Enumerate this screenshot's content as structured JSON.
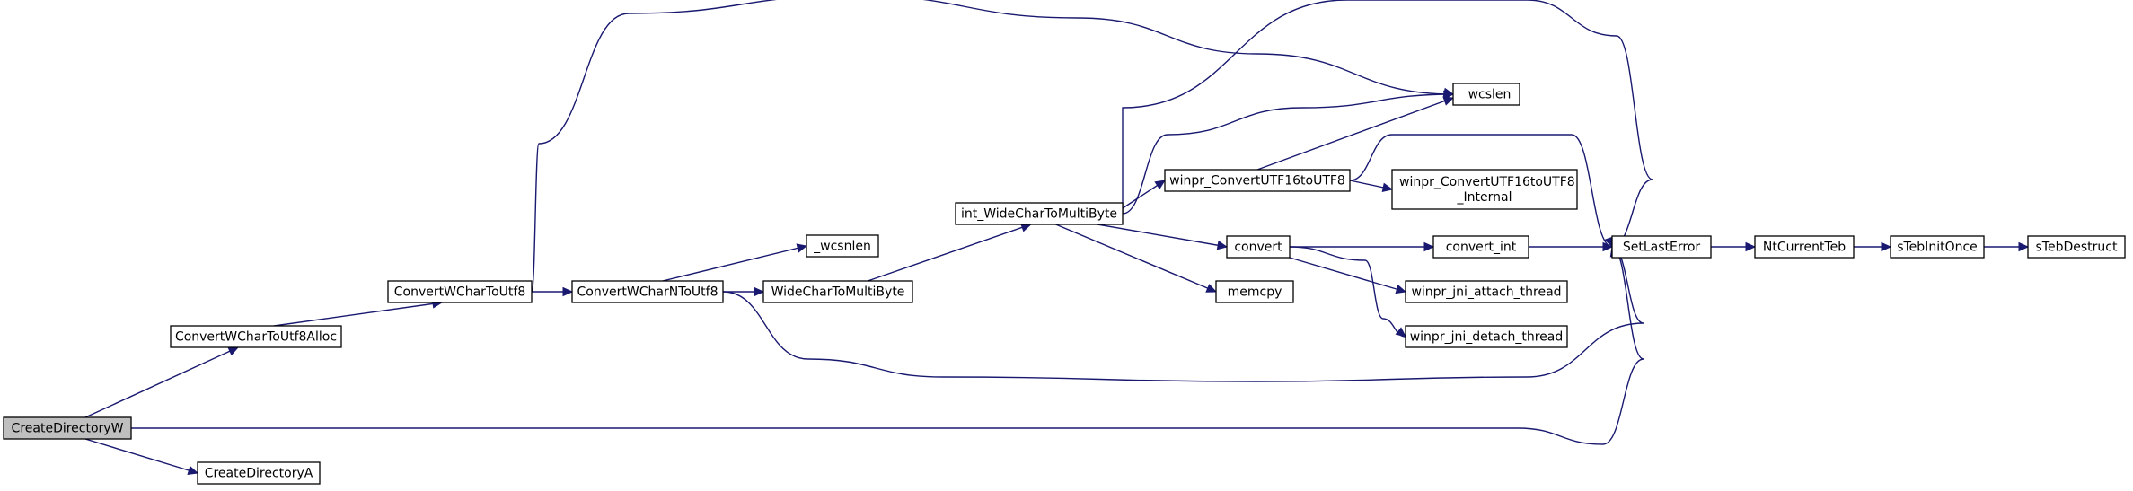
{
  "nodes": [
    {
      "id": "CreateDirectoryW",
      "lines": [
        "CreateDirectoryW"
      ],
      "root": true
    },
    {
      "id": "CreateDirectoryA",
      "lines": [
        "CreateDirectoryA"
      ]
    },
    {
      "id": "ConvertWCharToUtf8Alloc",
      "lines": [
        "ConvertWCharToUtf8Alloc"
      ]
    },
    {
      "id": "ConvertWCharToUtf8",
      "lines": [
        "ConvertWCharToUtf8"
      ]
    },
    {
      "id": "ConvertWCharNToUtf8",
      "lines": [
        "ConvertWCharNToUtf8"
      ]
    },
    {
      "id": "_wcsnlen",
      "lines": [
        "_wcsnlen"
      ]
    },
    {
      "id": "WideCharToMultiByte",
      "lines": [
        "WideCharToMultiByte"
      ]
    },
    {
      "id": "int_WideCharToMultiByte",
      "lines": [
        "int_WideCharToMultiByte"
      ]
    },
    {
      "id": "winpr_ConvertUTF16toUTF8",
      "lines": [
        "winpr_ConvertUTF16toUTF8"
      ]
    },
    {
      "id": "winpr_ConvertUTF16toUTF8_Internal",
      "lines": [
        "winpr_ConvertUTF16toUTF8",
        "_Internal"
      ]
    },
    {
      "id": "_wcslen",
      "lines": [
        "_wcslen"
      ]
    },
    {
      "id": "convert",
      "lines": [
        "convert"
      ]
    },
    {
      "id": "memcpy",
      "lines": [
        "memcpy"
      ]
    },
    {
      "id": "convert_int",
      "lines": [
        "convert_int"
      ]
    },
    {
      "id": "winpr_jni_attach_thread",
      "lines": [
        "winpr_jni_attach_thread"
      ]
    },
    {
      "id": "winpr_jni_detach_thread",
      "lines": [
        "winpr_jni_detach_thread"
      ]
    },
    {
      "id": "SetLastError",
      "lines": [
        "SetLastError"
      ]
    },
    {
      "id": "NtCurrentTeb",
      "lines": [
        "NtCurrentTeb"
      ]
    },
    {
      "id": "sTebInitOnce",
      "lines": [
        "sTebInitOnce"
      ]
    },
    {
      "id": "sTebDestruct",
      "lines": [
        "sTebDestruct"
      ]
    }
  ],
  "edges": [
    {
      "from": "CreateDirectoryW",
      "to": "ConvertWCharToUtf8Alloc"
    },
    {
      "from": "CreateDirectoryW",
      "to": "SetLastError"
    },
    {
      "from": "CreateDirectoryW",
      "to": "CreateDirectoryA"
    },
    {
      "from": "ConvertWCharToUtf8Alloc",
      "to": "ConvertWCharToUtf8"
    },
    {
      "from": "ConvertWCharToUtf8",
      "to": "ConvertWCharNToUtf8"
    },
    {
      "from": "ConvertWCharToUtf8",
      "to": "_wcslen"
    },
    {
      "from": "ConvertWCharNToUtf8",
      "to": "_wcsnlen"
    },
    {
      "from": "ConvertWCharNToUtf8",
      "to": "WideCharToMultiByte"
    },
    {
      "from": "ConvertWCharNToUtf8",
      "to": "SetLastError"
    },
    {
      "from": "WideCharToMultiByte",
      "to": "int_WideCharToMultiByte"
    },
    {
      "from": "int_WideCharToMultiByte",
      "to": "_wcslen"
    },
    {
      "from": "int_WideCharToMultiByte",
      "to": "SetLastError"
    },
    {
      "from": "int_WideCharToMultiByte",
      "to": "winpr_ConvertUTF16toUTF8"
    },
    {
      "from": "int_WideCharToMultiByte",
      "to": "convert"
    },
    {
      "from": "int_WideCharToMultiByte",
      "to": "memcpy"
    },
    {
      "from": "winpr_ConvertUTF16toUTF8",
      "to": "_wcslen"
    },
    {
      "from": "winpr_ConvertUTF16toUTF8",
      "to": "SetLastError"
    },
    {
      "from": "winpr_ConvertUTF16toUTF8",
      "to": "winpr_ConvertUTF16toUTF8_Internal"
    },
    {
      "from": "convert",
      "to": "convert_int"
    },
    {
      "from": "convert",
      "to": "winpr_jni_attach_thread"
    },
    {
      "from": "convert",
      "to": "winpr_jni_detach_thread"
    },
    {
      "from": "convert_int",
      "to": "SetLastError"
    },
    {
      "from": "SetLastError",
      "to": "NtCurrentTeb"
    },
    {
      "from": "NtCurrentTeb",
      "to": "sTebInitOnce"
    },
    {
      "from": "sTebInitOnce",
      "to": "sTebDestruct"
    }
  ],
  "colors": {
    "edge": "#191970",
    "root_fill": "#bfbfbf",
    "node_fill": "#ffffff",
    "node_border": "#000000"
  }
}
